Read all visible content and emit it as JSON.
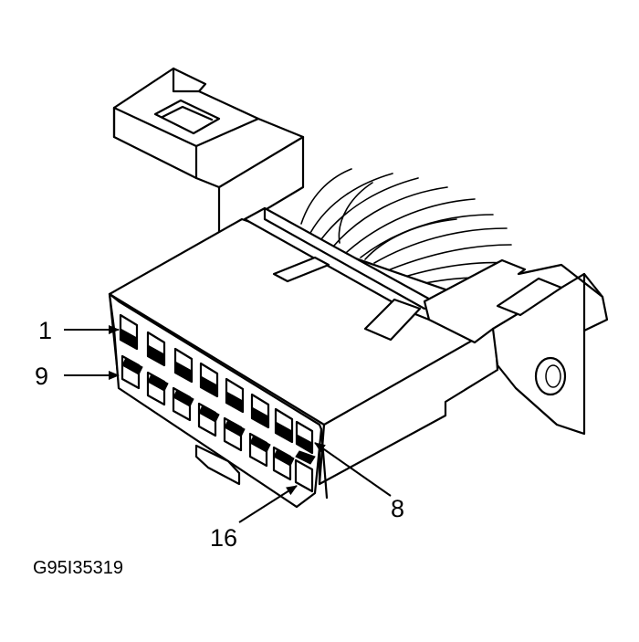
{
  "diagram": {
    "callouts": {
      "pin_1": "1",
      "pin_9": "9",
      "pin_8": "8",
      "pin_16": "16"
    },
    "figure_id": "G95I35319"
  }
}
